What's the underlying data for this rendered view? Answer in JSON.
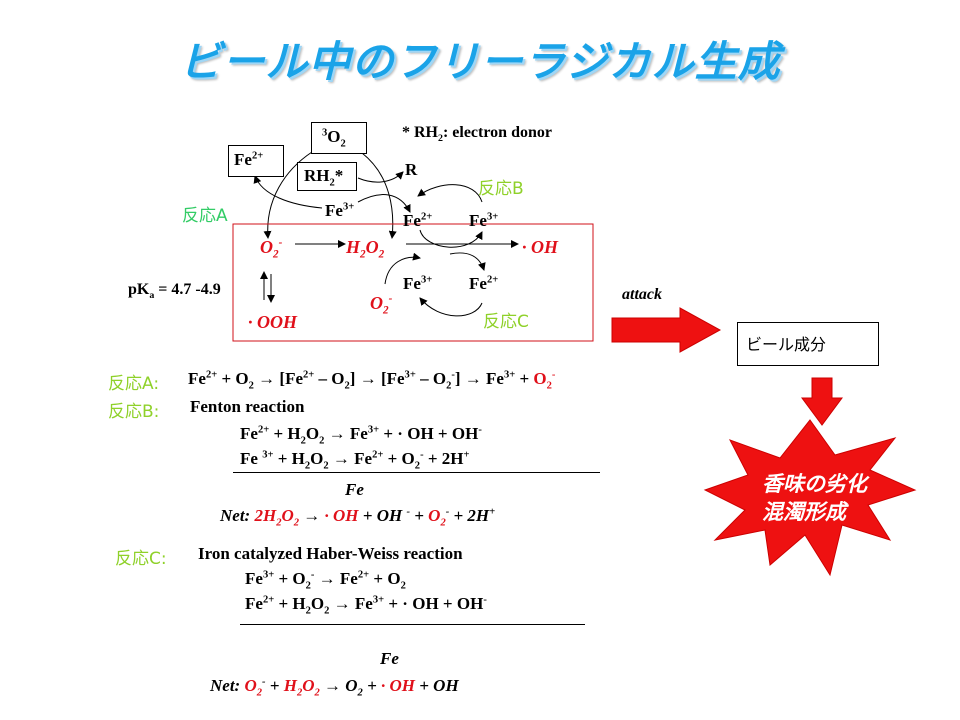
{
  "title": "ビール中のフリーラジカル生成",
  "colors": {
    "red": "#e0101a",
    "title": "#1aa3e8",
    "greenA": "#33cc66",
    "lime": "#8fd12a"
  },
  "diagram": {
    "o2_triplet": "O",
    "o2_triplet_sup": "3",
    "o2_triplet_sub": "2",
    "fe2_box": "Fe",
    "fe2_box_sup": "2+",
    "rh2_box": "RH",
    "rh2_box_sub": "2",
    "rh2_box_star": "*",
    "note": "* RH",
    "note_sub": "2",
    "note_rest": ": electron donor",
    "r": "R",
    "reaction_a": "反応A",
    "reaction_b": "反応B",
    "reaction_c": "反応C",
    "fe3_top": "Fe",
    "fe3_top_sup": "3+",
    "fe2_b": "Fe",
    "fe2_b_sup": "2+",
    "fe3_b": "Fe",
    "fe3_b_sup": "3+",
    "fe3_c": "Fe",
    "fe3_c_sup": "3+",
    "fe2_c": "Fe",
    "fe2_c_sup": "2+",
    "o2_minus": "O",
    "o2_minus_sub": "2",
    "o2_minus_sup": "-",
    "h2o2_h": "H",
    "h2o2_sub1": "2",
    "h2o2_o": "O",
    "h2o2_sub2": "2",
    "oh_radical": "· OH",
    "ooh_radical": "· OOH",
    "o2_minus_c": "O",
    "o2_minus_c_sub": "2",
    "o2_minus_c_sup": "-",
    "pka": "pK",
    "pka_sub": "a",
    "pka_rest": " = 4.7 -4.9",
    "attack": "attack",
    "beer_component": "ビール成分",
    "effect_line1": "香味の劣化",
    "effect_line2": "混濁形成"
  },
  "equations": {
    "a_label": "反応A:",
    "a_eq": [
      [
        "Fe"
      ],
      [
        "2+",
        "sup"
      ],
      [
        " + O"
      ],
      [
        "2",
        "sub"
      ],
      [
        " → [Fe"
      ],
      [
        "2+",
        "sup"
      ],
      [
        " – O"
      ],
      [
        "2",
        "sub"
      ],
      [
        "] → [Fe"
      ],
      [
        "3+",
        "sup"
      ],
      [
        " – O"
      ],
      [
        "2",
        "sub"
      ],
      [
        "-",
        "sup"
      ],
      [
        "] → Fe"
      ],
      [
        "3+",
        "sup"
      ],
      [
        " + "
      ],
      [
        "O",
        "r"
      ],
      [
        "2",
        "subr"
      ],
      [
        "-",
        "supr"
      ]
    ],
    "b_label": "反応B:",
    "b_title": "Fenton reaction",
    "b_eq1": [
      [
        "Fe"
      ],
      [
        "2+",
        "sup"
      ],
      [
        " + H"
      ],
      [
        "2",
        "sub"
      ],
      [
        "O"
      ],
      [
        "2",
        "sub"
      ],
      [
        " → Fe"
      ],
      [
        "3+",
        "sup"
      ],
      [
        " + · OH + OH"
      ],
      [
        "-",
        "sup"
      ]
    ],
    "b_eq2": [
      [
        "Fe "
      ],
      [
        "3+",
        "sup"
      ],
      [
        " + H"
      ],
      [
        "2",
        "sub"
      ],
      [
        "O"
      ],
      [
        "2",
        "sub"
      ],
      [
        " → Fe"
      ],
      [
        "2+",
        "sup"
      ],
      [
        " + O"
      ],
      [
        "2",
        "sub"
      ],
      [
        "-",
        "sup"
      ],
      [
        " + 2H"
      ],
      [
        "+",
        "sup"
      ]
    ],
    "b_catalyst": "Fe",
    "b_net": [
      [
        "Net: ",
        "i"
      ],
      [
        "2H",
        "ri"
      ],
      [
        "2",
        "subri"
      ],
      [
        "O",
        "ri"
      ],
      [
        "2",
        "subri"
      ],
      [
        " → ",
        "i"
      ],
      [
        " · OH",
        "ri"
      ],
      [
        " + OH ",
        "i"
      ],
      [
        "-",
        "supi"
      ],
      [
        " + ",
        "i"
      ],
      [
        "O",
        "ri"
      ],
      [
        "2",
        "subri"
      ],
      [
        "-",
        "supi"
      ],
      [
        " + 2H",
        "i"
      ],
      [
        "+",
        "supi"
      ]
    ],
    "c_label": "反応C:",
    "c_title": "Iron catalyzed Haber-Weiss reaction",
    "c_eq1": [
      [
        "Fe"
      ],
      [
        "3+",
        "sup"
      ],
      [
        " + O"
      ],
      [
        "2",
        "sub"
      ],
      [
        "-",
        "sup"
      ],
      [
        " → Fe"
      ],
      [
        "2+",
        "sup"
      ],
      [
        " + O"
      ],
      [
        "2",
        "sub"
      ]
    ],
    "c_eq2": [
      [
        "Fe"
      ],
      [
        "2+",
        "sup"
      ],
      [
        " + H"
      ],
      [
        "2",
        "sub"
      ],
      [
        "O"
      ],
      [
        "2",
        "sub"
      ],
      [
        " → Fe"
      ],
      [
        "3+",
        "sup"
      ],
      [
        " + · OH + OH"
      ],
      [
        "-",
        "sup"
      ]
    ],
    "c_catalyst": "Fe",
    "c_net": [
      [
        "Net: ",
        "i"
      ],
      [
        "O",
        "ri"
      ],
      [
        "2",
        "subri"
      ],
      [
        "-",
        "supi"
      ],
      [
        " + ",
        "i"
      ],
      [
        "H",
        "ri"
      ],
      [
        "2",
        "subri"
      ],
      [
        "O",
        "ri"
      ],
      [
        "2",
        "subri"
      ],
      [
        " → ",
        "i"
      ],
      [
        "O",
        "i"
      ],
      [
        "2",
        "subi"
      ],
      [
        " + ",
        "i"
      ],
      [
        " · OH",
        "ri"
      ],
      [
        " + OH",
        "i"
      ]
    ]
  }
}
